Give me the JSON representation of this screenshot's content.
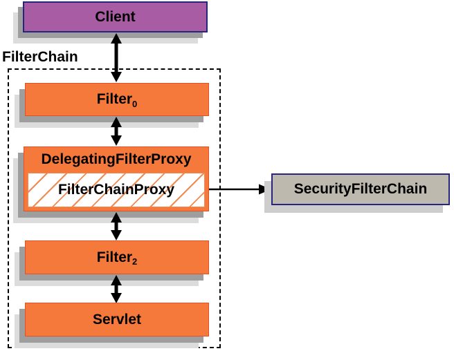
{
  "diagram": {
    "boundary_label": "FilterChain",
    "nodes": {
      "client": "Client",
      "filter0": {
        "base": "Filter",
        "sub": "0"
      },
      "delegating_filter_proxy": "DelegatingFilterProxy",
      "filter_chain_proxy": "FilterChainProxy",
      "security_filter_chain": "SecurityFilterChain",
      "filter2": {
        "base": "Filter",
        "sub": "2"
      },
      "servlet": "Servlet"
    },
    "colors": {
      "orange_fill": "#f4793b",
      "orange_border": "#e0512a",
      "hatch_line": "#f08a52",
      "purple_fill": "#a85ca3",
      "navy_border": "#27257b",
      "gray_fill": "#beb9ae",
      "shadow_mid": "#9e9e9e",
      "shadow_light": "#dcdcdc",
      "sfc_shadow": "#cdcdcd",
      "arrow_color": "#000000"
    }
  }
}
